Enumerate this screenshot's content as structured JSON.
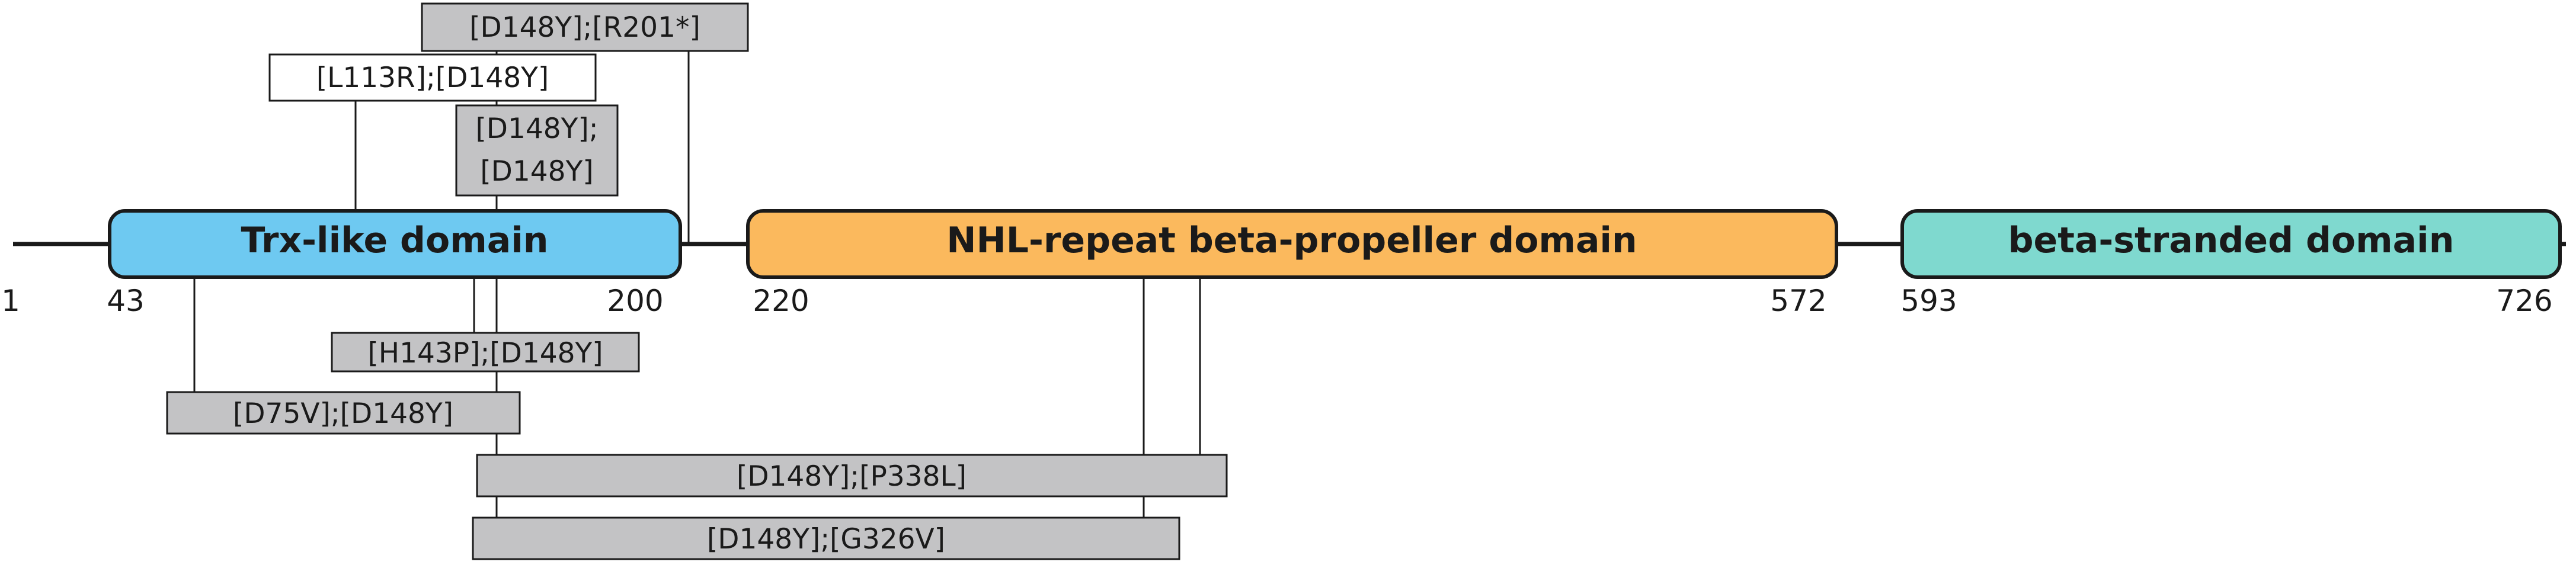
{
  "protein": {
    "colors": {
      "backbone": "#1a1a1a",
      "trx": "#6ec9f1",
      "nhl": "#fbb95d",
      "beta": "#7fd9cf",
      "variant_gray": "#c3c3c5",
      "variant_white": "#ffffff"
    },
    "positions": [
      "1",
      "43",
      "200",
      "220",
      "572",
      "593",
      "726"
    ],
    "domains": [
      {
        "label": "Trx-like domain",
        "color": "#6ec9f1"
      },
      {
        "label": "NHL-repeat beta-propeller domain",
        "color": "#fbb95d"
      },
      {
        "label": "beta-stranded domain",
        "color": "#7fd9cf"
      }
    ],
    "variants_above": [
      {
        "label": "[D148Y];[R201*]",
        "fill": "gray"
      },
      {
        "label": "[L113R];[D148Y]",
        "fill": "white"
      },
      {
        "label_line1": "[D148Y];",
        "label_line2": "[D148Y]",
        "fill": "gray"
      }
    ],
    "variants_below": [
      {
        "label": "[H143P];[D148Y]",
        "fill": "gray"
      },
      {
        "label": "[D75V];[D148Y]",
        "fill": "gray"
      },
      {
        "label": "[D148Y];[P338L]",
        "fill": "gray"
      },
      {
        "label": "[D148Y];[G326V]",
        "fill": "gray"
      }
    ]
  }
}
